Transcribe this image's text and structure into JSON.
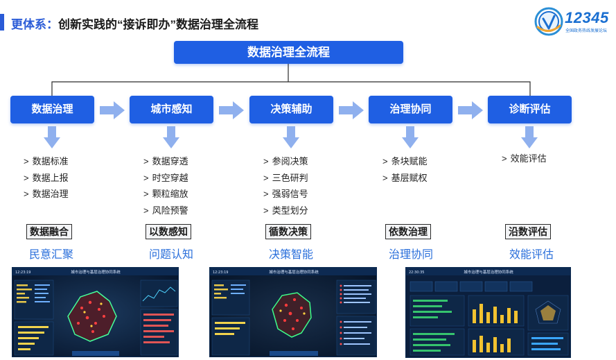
{
  "header": {
    "title_prefix": "更体系：",
    "title_main": "创新实践的“接诉即办”数据治理全流程"
  },
  "logo": {
    "number": "12345",
    "subtitle": "全国政务热线发展论坛"
  },
  "main_box": {
    "label": "数据治理全流程"
  },
  "stages": [
    {
      "label": "数据治理",
      "items": [
        "数据标准",
        "数据上报",
        "数据治理"
      ],
      "tag": "数据融合",
      "sub": "民意汇聚"
    },
    {
      "label": "城市感知",
      "items": [
        "数据穿透",
        "时空穿越",
        "颗粒缩放",
        "风险预警"
      ],
      "tag": "以数感知",
      "sub": "问题认知"
    },
    {
      "label": "决策辅助",
      "items": [
        "参阅决策",
        "三色研判",
        "强弱信号",
        "类型划分"
      ],
      "tag": "循数决策",
      "sub": "决策智能"
    },
    {
      "label": "治理协同",
      "items": [
        "条块赋能",
        "基层赋权"
      ],
      "tag": "依数治理",
      "sub": "治理协同"
    },
    {
      "label": "诊断评估",
      "items": [
        "效能评估"
      ],
      "tag": "沿数评估",
      "sub": "效能评估"
    }
  ],
  "item_marker": ">",
  "screenshots": [
    {
      "title": "城市治理与基层治理协同系统",
      "time": "12:23:19"
    },
    {
      "title": "城市治理与基层治理协同系统",
      "time": "12:23:19"
    },
    {
      "title": "城市治理与基层治理协同系统",
      "time": "22:30:35"
    }
  ],
  "colors": {
    "accent": "#1f5fe3",
    "sub_text": "#2a6fdb",
    "arrow": "#8fb0ee",
    "dashboard_bg": "#0b1f3d"
  }
}
